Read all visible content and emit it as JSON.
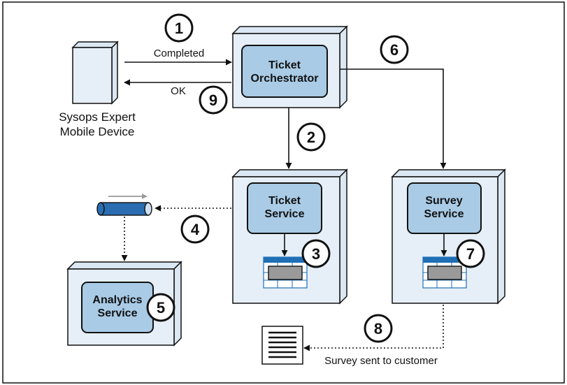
{
  "colors": {
    "frame": "#111111",
    "container_face": "#e6eff7",
    "container_edge": "#dbe8f3",
    "service_fill": "#a9cbe6",
    "table_header": "#1f6fb5",
    "table_cell": "#9a9a9a",
    "queue": "#2a6db0",
    "arrow_gray": "#9a9a9a"
  },
  "device": {
    "label_line1": "Sysops Expert",
    "label_line2": "Mobile Device",
    "icon": "mobile-device-icon"
  },
  "orchestrator": {
    "line1": "Ticket",
    "line2": "Orchestrator"
  },
  "ticket_service": {
    "line1": "Ticket",
    "line2": "Service"
  },
  "survey_service": {
    "line1": "Survey",
    "line2": "Service"
  },
  "analytics_service": {
    "line1": "Analytics",
    "line2": "Service"
  },
  "edges": {
    "completed": "Completed",
    "ok": "OK",
    "survey_sent": "Survey sent to customer"
  },
  "steps": {
    "s1": "1",
    "s2": "2",
    "s3": "3",
    "s4": "4",
    "s5": "5",
    "s6": "6",
    "s7": "7",
    "s8": "8",
    "s9": "9"
  },
  "icons": {
    "queue": "message-queue-icon",
    "database": "database-table-icon",
    "document": "document-icon"
  }
}
